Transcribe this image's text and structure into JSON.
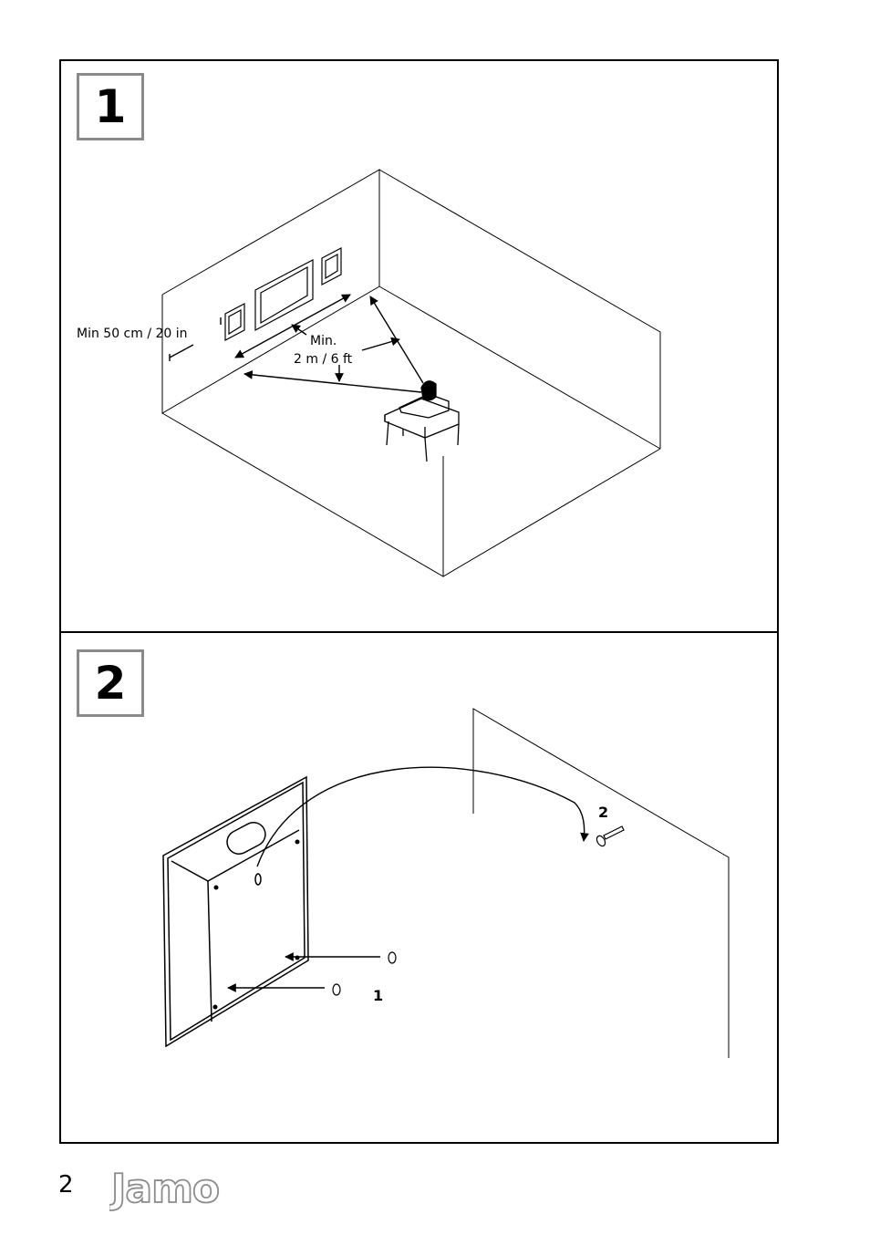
{
  "step1": {
    "number": "1",
    "label_wall_distance": "Min 50 cm / 20 in",
    "label_min": "Min.",
    "label_listening_distance": "2 m / 6 ft"
  },
  "step2": {
    "number": "2",
    "label_step_1": "1",
    "label_step_2": "2"
  },
  "footer": {
    "page_number": "2",
    "brand": "Jamo",
    "brand_color": "#8c8c8c"
  }
}
